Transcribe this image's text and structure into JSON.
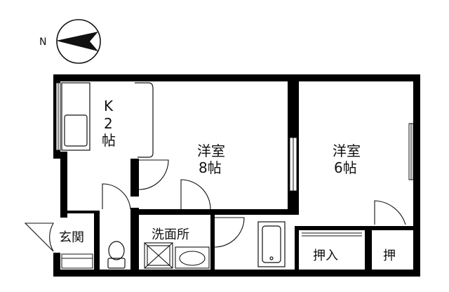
{
  "compass": {
    "label": "N"
  },
  "rooms": {
    "kitchen": {
      "line1": "K",
      "line2": "2",
      "line3": "帖"
    },
    "western_8": {
      "line1": "洋室",
      "line2": "8帖"
    },
    "western_6": {
      "line1": "洋室",
      "line2": "6帖"
    },
    "entrance": {
      "label": "玄関"
    },
    "washroom": {
      "label": "洗面所"
    },
    "closet_1": {
      "label": "押入"
    },
    "closet_2": {
      "label": "押"
    }
  }
}
